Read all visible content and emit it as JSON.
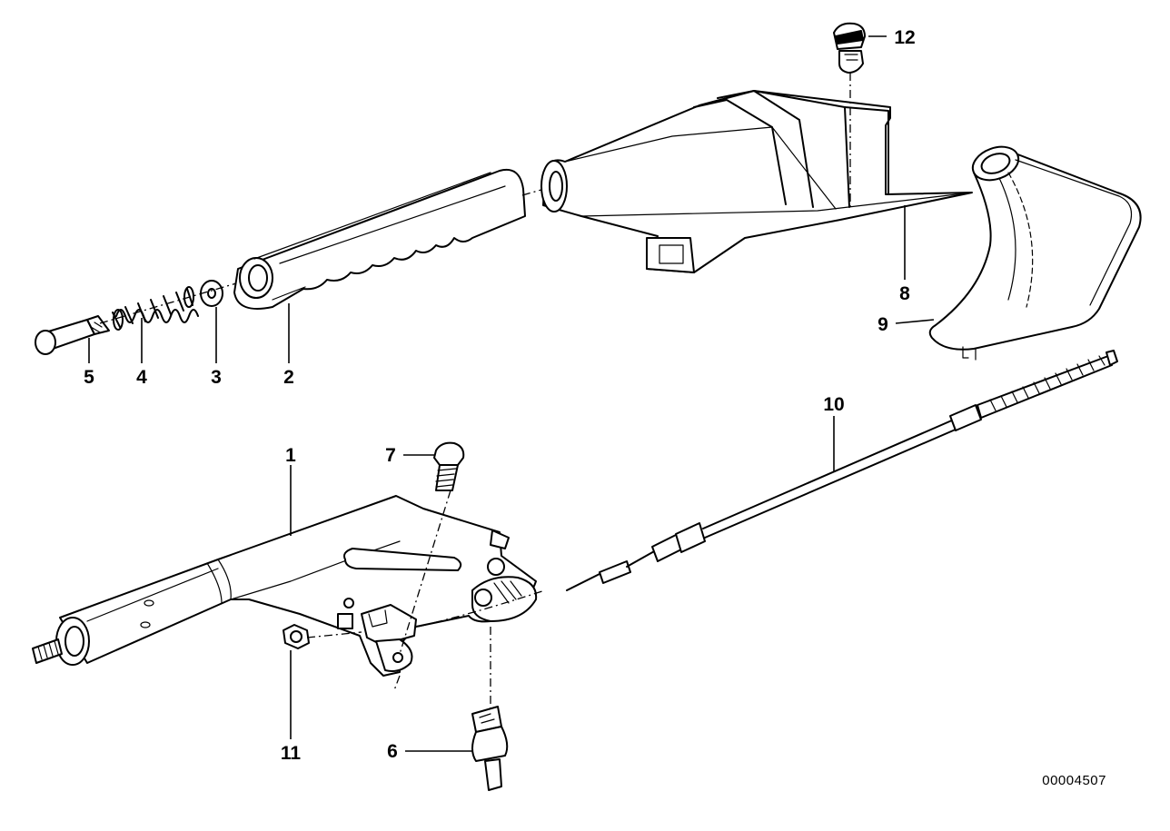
{
  "diagram": {
    "callouts": [
      {
        "id": "c1",
        "label": "1"
      },
      {
        "id": "c2",
        "label": "2"
      },
      {
        "id": "c3",
        "label": "3"
      },
      {
        "id": "c4",
        "label": "4"
      },
      {
        "id": "c5",
        "label": "5"
      },
      {
        "id": "c6",
        "label": "6"
      },
      {
        "id": "c7",
        "label": "7"
      },
      {
        "id": "c8",
        "label": "8"
      },
      {
        "id": "c9",
        "label": "9"
      },
      {
        "id": "c10",
        "label": "10"
      },
      {
        "id": "c11",
        "label": "11"
      },
      {
        "id": "c12",
        "label": "12"
      }
    ],
    "document_number": "00004507"
  }
}
